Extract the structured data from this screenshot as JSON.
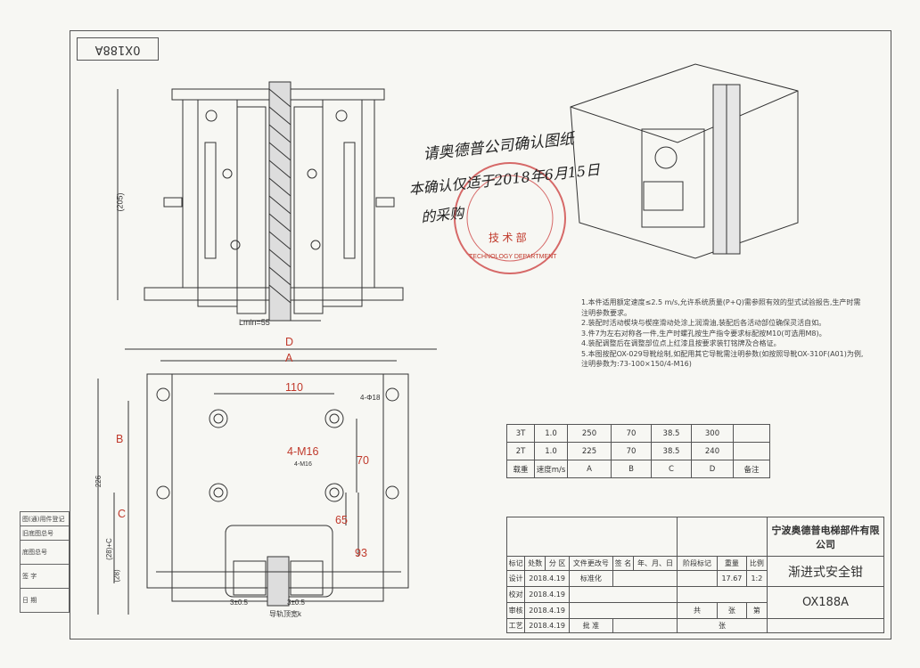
{
  "drawing": {
    "mirrored_label": "0X188A",
    "handwritten_note_lines": [
      "请奥德普公司确认图纸",
      "本确认仅适于2018年6月15日",
      "的采购"
    ],
    "stamp_text": "技 术 部",
    "stamp_outer_text": "TECHNOLOGY DEPARTMENT",
    "dimension_labels": {
      "lmin": "Lmin=55",
      "h205": "(205)",
      "d": "D",
      "a": "A",
      "w110": "110",
      "hole": "4-Φ18",
      "v70": "70",
      "m16": "4-M16",
      "v65": "65",
      "v93": "93",
      "b": "B",
      "c": "C",
      "h28": "(28)",
      "hC": "(28)+C",
      "h226": "226",
      "tol1": "3±0.5",
      "tol2": "3±0.5",
      "rail": "导轨顶宽k"
    },
    "red_annotations": {
      "d": "D",
      "a": "A",
      "w110": "110",
      "m16": "4-M16",
      "v70": "70",
      "v65": "65",
      "v93": "93",
      "b": "B",
      "c": "C"
    }
  },
  "notes": [
    "1.本件适用额定速度≤2.5 m/s,允许系统质量(P+Q)需参照有效的型式试验报告,生产时需注明参数要求。",
    "2.装配时活动楔块与楔座滑动处涂上润滑油,装配后各活动部位确保灵活自如。",
    "3.件7为左右对称各一件,生产时螺孔按生产指令要求标配按M10(可选用M8)。",
    "4.装配调整后在调整部位点上红漆且按要求装钉铭牌及合格证。",
    "5.本图按配OX-029导靴绘制,如配用其它导靴需注明参数(如按照导靴OX-310F(A01)为例,注明参数为:73-100×150/4-M16)"
  ],
  "param_table": {
    "rows": [
      [
        "3T",
        "1.0",
        "250",
        "70",
        "38.5",
        "300",
        ""
      ],
      [
        "2T",
        "1.0",
        "225",
        "70",
        "38.5",
        "240",
        ""
      ]
    ],
    "header": [
      "载重",
      "速度m/s",
      "A",
      "B",
      "C",
      "D",
      "备注"
    ]
  },
  "title_block": {
    "company": "宁波奥德普电梯部件有限公司",
    "title": "渐进式安全钳",
    "drawing_no": "OX188A",
    "weight": "17.67",
    "scale": "1:2",
    "headers": [
      "标记",
      "处数",
      "分 区",
      "文件更改号",
      "签 名",
      "年、月、日"
    ],
    "rows": [
      "设计",
      "校对",
      "审核",
      "工艺"
    ],
    "sign_dates": [
      "2018.4.19",
      "2018.4.19",
      "2018.4.19",
      "2018.4.19"
    ],
    "stage": "阶段标记",
    "weight_label": "重量",
    "scale_label": "比例",
    "standard": "标准化",
    "sheet_labels": [
      "共",
      "张",
      "第",
      "张"
    ],
    "approve": "批 准"
  },
  "side_block": [
    "图(通)用件登记",
    "旧底图总号",
    "底图总号",
    "签 字",
    "日 期"
  ]
}
